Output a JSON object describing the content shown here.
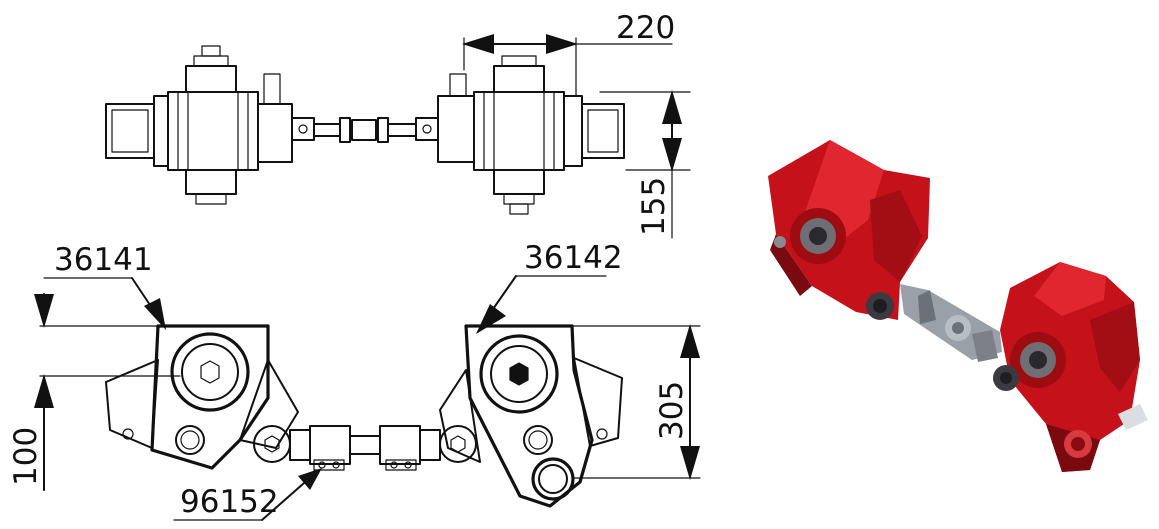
{
  "dimensions": {
    "width_top": "220",
    "height_top": "155",
    "height_bottom_right": "305",
    "offset_bottom_left": "100"
  },
  "callouts": {
    "part_left": "36141",
    "part_right": "36142",
    "part_link": "96152"
  },
  "colors": {
    "line": "#111111",
    "render_red": "#c4111a",
    "render_dark_red": "#7a0a0f",
    "render_steel": "#9aa0a8"
  }
}
